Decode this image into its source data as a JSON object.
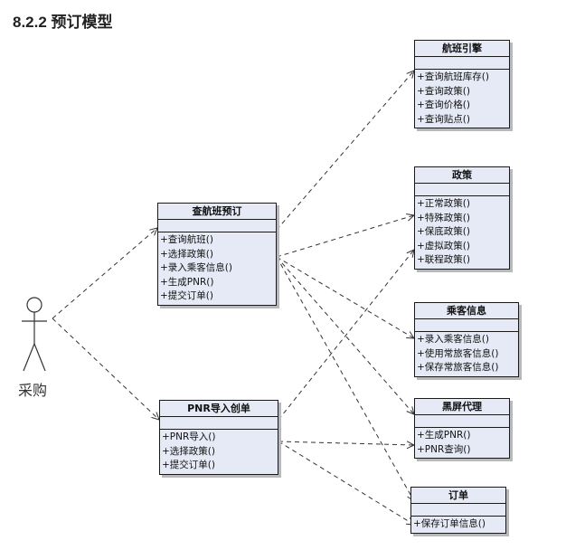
{
  "heading": "8.2.2 预订模型",
  "actor": {
    "label": "采购"
  },
  "classes": {
    "flight_search": {
      "title": "查航班预订",
      "ops": [
        "+查询航班()",
        "+选择政策()",
        "+录入乘客信息()",
        "+生成PNR()",
        "+提交订单()"
      ]
    },
    "pnr_import": {
      "title": "PNR导入创单",
      "ops": [
        "+PNR导入()",
        "+选择政策()",
        "+提交订单()"
      ]
    },
    "flight_engine": {
      "title": "航班引擎",
      "ops": [
        "+查询航班库存()",
        "+查询政策()",
        "+查询价格()",
        "+查询贴点()"
      ]
    },
    "policy": {
      "title": "政策",
      "ops": [
        "+正常政策()",
        "+特殊政策()",
        "+保底政策()",
        "+虚拟政策()",
        "+联程政策()"
      ]
    },
    "passenger": {
      "title": "乘客信息",
      "ops": [
        "+录入乘客信息()",
        "+使用常旅客信息()",
        "+保存常旅客信息()"
      ]
    },
    "black_screen": {
      "title": "黑屏代理",
      "ops": [
        "+生成PNR()",
        "+PNR查询()"
      ]
    },
    "order": {
      "title": "订单",
      "ops": [
        "+保存订单信息()"
      ]
    }
  }
}
